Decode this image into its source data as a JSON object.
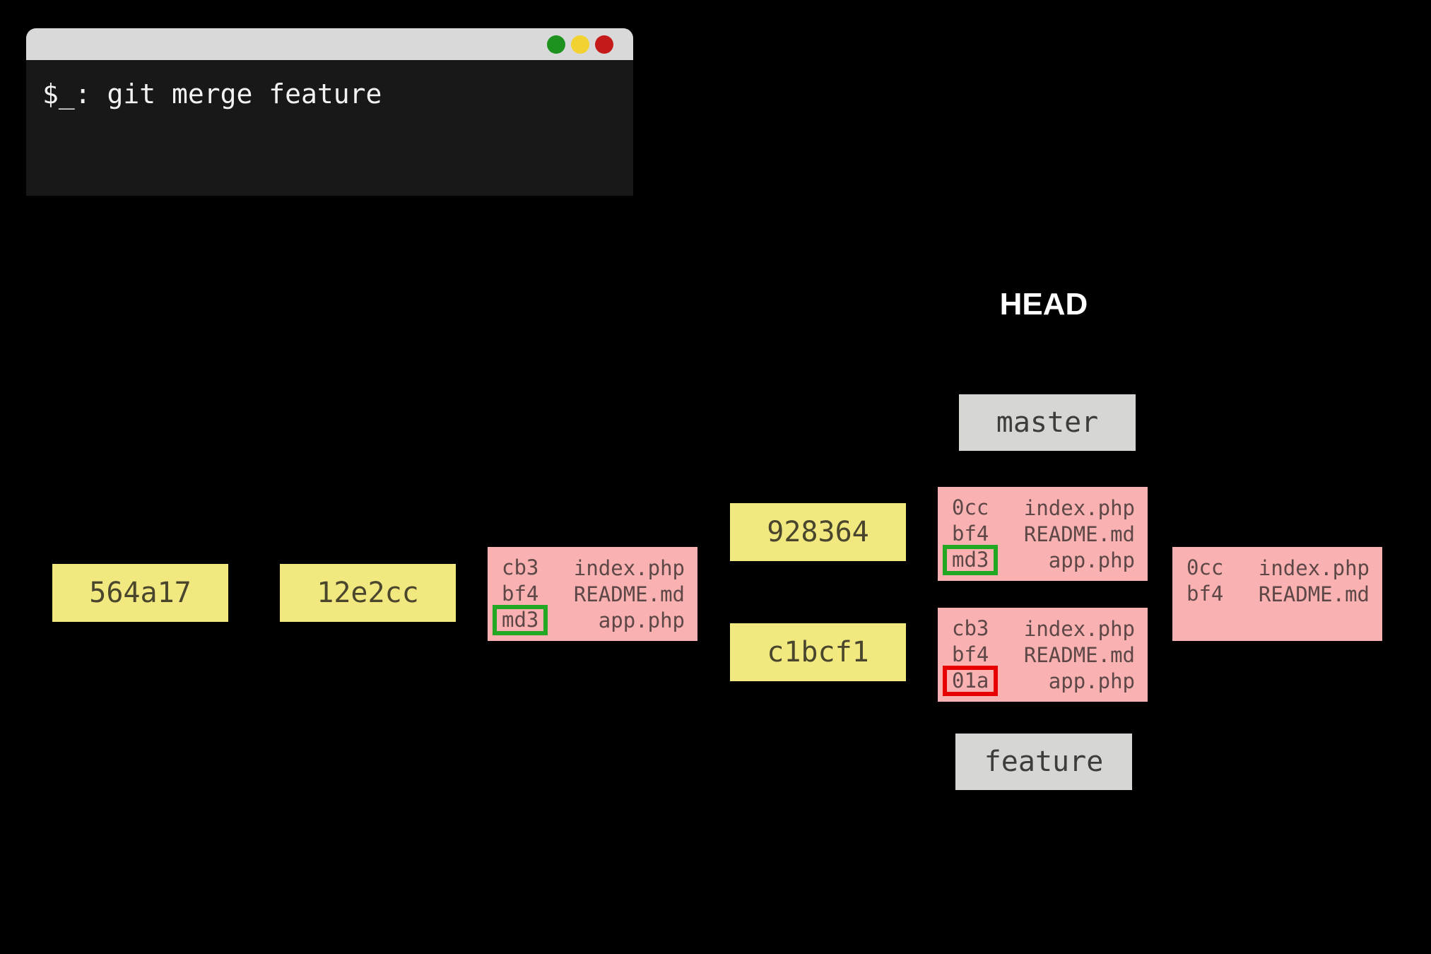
{
  "terminal": {
    "prompt_line": "$_: git merge feature",
    "traffic_lights": [
      {
        "name": "green"
      },
      {
        "name": "yellow"
      },
      {
        "name": "red"
      }
    ]
  },
  "labels": {
    "head": "HEAD",
    "master": "master",
    "feature": "feature"
  },
  "commits": [
    {
      "hash": "564a17"
    },
    {
      "hash": "12e2cc"
    },
    {
      "hash": "928364"
    },
    {
      "hash": "c1bcf1"
    }
  ],
  "trees": [
    {
      "rows": [
        {
          "hash": "cb3",
          "file": "index.php",
          "highlight": "none"
        },
        {
          "hash": "bf4",
          "file": "README.md",
          "highlight": "none"
        },
        {
          "hash": "md3",
          "file": "app.php",
          "highlight": "green"
        }
      ]
    },
    {
      "rows": [
        {
          "hash": "0cc",
          "file": "index.php",
          "highlight": "none"
        },
        {
          "hash": "bf4",
          "file": "README.md",
          "highlight": "none"
        },
        {
          "hash": "md3",
          "file": "app.php",
          "highlight": "green"
        }
      ]
    },
    {
      "rows": [
        {
          "hash": "cb3",
          "file": "index.php",
          "highlight": "none"
        },
        {
          "hash": "bf4",
          "file": "README.md",
          "highlight": "none"
        },
        {
          "hash": "01a",
          "file": "app.php",
          "highlight": "red"
        }
      ]
    },
    {
      "rows": [
        {
          "hash": "0cc",
          "file": "index.php",
          "highlight": "none"
        },
        {
          "hash": "bf4",
          "file": "README.md",
          "highlight": "none"
        }
      ]
    }
  ],
  "colors": {
    "background": "#000000",
    "titlebar": "#d9d9d9",
    "terminal_bg": "#181818",
    "terminal_text": "#f2f2f2",
    "light_green": "#1e921e",
    "light_yellow": "#f2d230",
    "light_red": "#c51a1a",
    "yellow_box": "#f1e97f",
    "yellow_text": "#4a462e",
    "pink_box": "#f9b1b1",
    "pink_text": "#5d4747",
    "gray_box": "#d6d6d2",
    "gray_text": "#3d3d3b",
    "highlight_green": "#22a822",
    "highlight_red": "#e80000",
    "head_text": "#ffffff"
  }
}
